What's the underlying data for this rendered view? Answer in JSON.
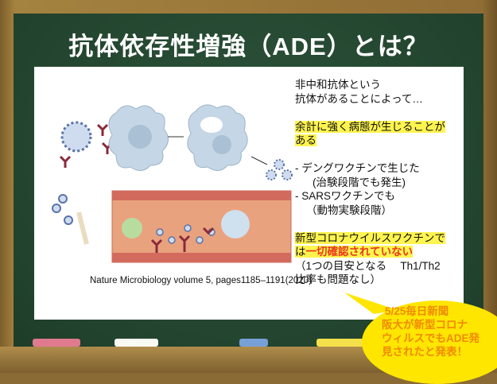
{
  "title": "抗体依存性増強（ADE）とは？",
  "figure": {
    "caption": "Nature Microbiology volume 5, pages1185–1191(2020)"
  },
  "slide_text": {
    "line1": "非中和抗体という",
    "line2": "抗体があることによって…",
    "highlight1a": "余計に強く病態が生じることが",
    "highlight1b": "ある",
    "bullet1": "- デングワクチンで生じた",
    "bullet1_sub": "(治験段階でも発生)",
    "bullet2": "- SARSワクチンでも",
    "bullet2_sub": "（動物実験段階）",
    "highlight2a": "新型コロナウイルスワクチンで",
    "highlight2b_prefix": "は",
    "highlight2b_red": "一切確認されていない",
    "note1": "（1つの目安となる　 Th1/Th2",
    "note2": "比率も問題なし）"
  },
  "callout": {
    "line1": "5/25毎日新聞",
    "line2": "阪大が新型コロナ",
    "line3": "ウィルスでもADE発",
    "line4": "見されたと発表！"
  },
  "colors": {
    "board": "#23452f",
    "highlight": "#fff44f",
    "callout": "#ffe600",
    "callout_text": "#f08a00",
    "red": "#e8361e"
  }
}
